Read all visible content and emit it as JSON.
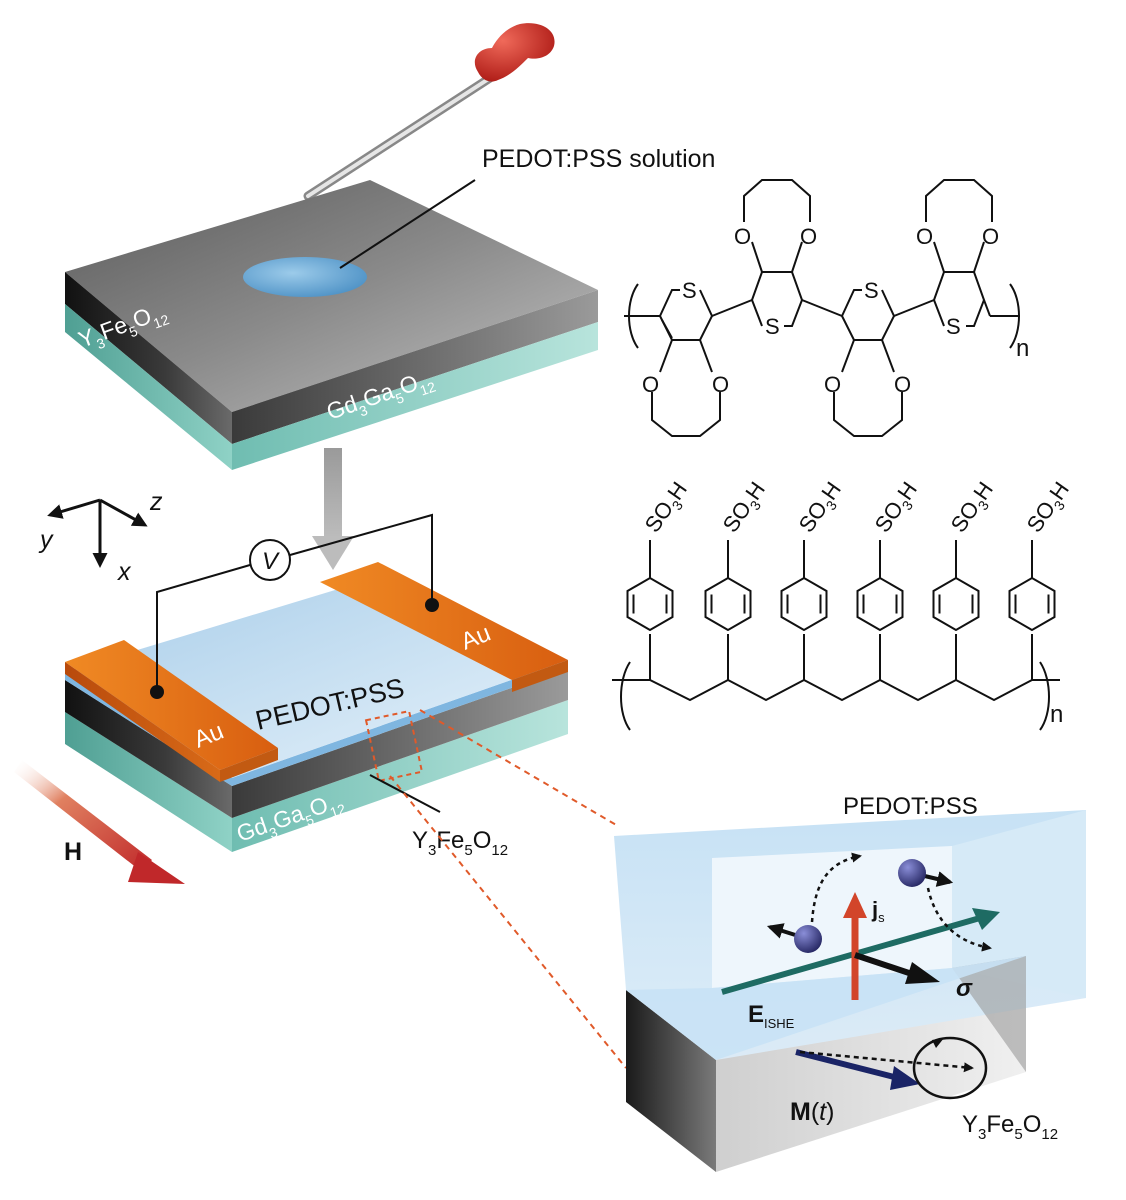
{
  "labels": {
    "pedot_solution": "PEDOT:PSS solution",
    "yig_top": {
      "base": "Y",
      "s1": "3",
      "mid": "Fe",
      "s2": "5",
      "tail": "O",
      "s3": "12"
    },
    "ggg_top": {
      "base": "Gd",
      "s1": "3",
      "mid": "Ga",
      "s2": "5",
      "tail": "O",
      "s3": "12"
    },
    "axis_z": "z",
    "axis_y": "y",
    "axis_x": "x",
    "voltmeter": "V",
    "pedot_film": "PEDOT:PSS",
    "au_left": "Au",
    "au_right": "Au",
    "ggg_bottom": {
      "base": "Gd",
      "s1": "3",
      "mid": "Ga",
      "s2": "5",
      "tail": "O",
      "s3": "12"
    },
    "yig_bottom": {
      "base": "Y",
      "s1": "3",
      "mid": "Fe",
      "s2": "5",
      "tail": "O",
      "s3": "12"
    },
    "field_h": "H",
    "inset_pedot": "PEDOT:PSS",
    "js": {
      "base": "j",
      "sub": "s"
    },
    "sigma": "σ",
    "eishe": {
      "base": "E",
      "sub": "ISHE"
    },
    "mt": {
      "base": "M",
      "open": "(",
      "t": "t",
      "close": ")"
    },
    "inset_yig": {
      "base": "Y",
      "s1": "3",
      "mid": "Fe",
      "s2": "5",
      "tail": "O",
      "s3": "12"
    }
  },
  "pedot_structure": {
    "sulfur": "S",
    "oxygen": "O",
    "repeat": "n"
  },
  "pss_structure": {
    "group_main": "SO",
    "group_sub": "3",
    "group_end": "H",
    "repeat": "n"
  },
  "colors": {
    "gold": "#e8781c",
    "substrate": "#7fcbbd",
    "yig": "#2a2a2a",
    "pedot": "#bcdcf2",
    "field_arrow": "#c0282a",
    "pipette_bulb": "#c8201c",
    "electron": "#2d2f7a",
    "js_arrow": "#d2452a",
    "e_arrow": "#1e6b63",
    "m_arrow": "#1a2466"
  }
}
